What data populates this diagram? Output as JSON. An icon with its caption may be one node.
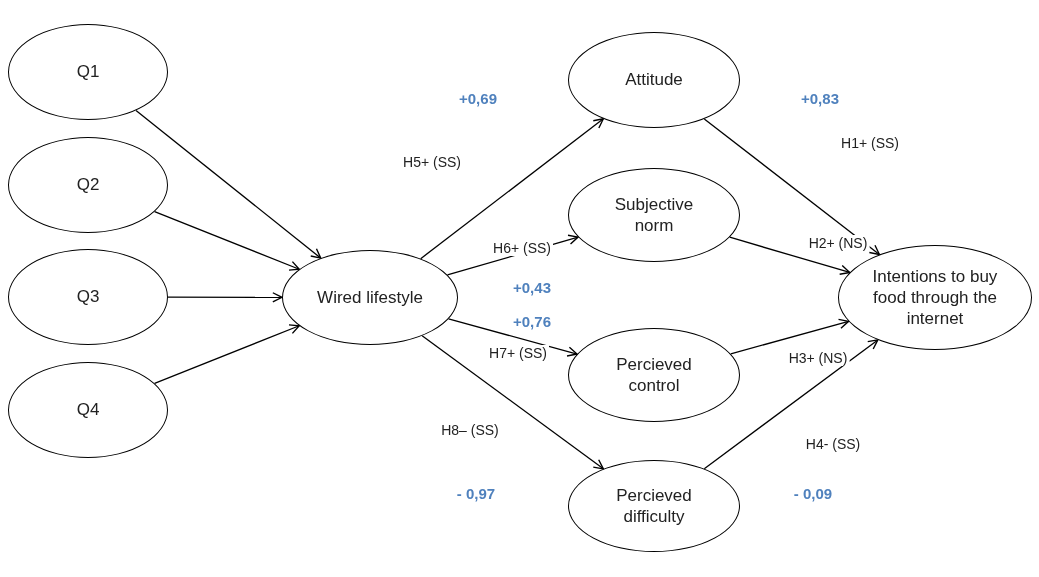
{
  "diagram": {
    "nodes": [
      {
        "text": [
          "Q1"
        ]
      },
      {
        "text": [
          "Q2"
        ]
      },
      {
        "text": [
          "Q3"
        ]
      },
      {
        "text": [
          "Q4"
        ]
      },
      {
        "text": [
          "Wired lifestyle"
        ]
      },
      {
        "text": [
          "Attitude"
        ]
      },
      {
        "text": [
          "Subjective norm"
        ]
      },
      {
        "text": [
          "Percieved control"
        ]
      },
      {
        "text": [
          "Percieved difficulty"
        ]
      },
      {
        "text": [
          "Intentions to buy food through the internet"
        ]
      }
    ],
    "edges": [
      {
        "from": 0,
        "to": 4,
        "arrow": "to"
      },
      {
        "from": 1,
        "to": 4,
        "arrow": "to"
      },
      {
        "from": 2,
        "to": 4,
        "arrow": "to"
      },
      {
        "from": 3,
        "to": 4,
        "arrow": "to"
      },
      {
        "from": 4,
        "to": 5,
        "arrow": "to",
        "label": "H5+ (SS)"
      },
      {
        "from": 4,
        "to": 6,
        "arrow": "to",
        "label": "H6+ (SS)"
      },
      {
        "from": 4,
        "to": 7,
        "arrow": "to",
        "label": "H7+ (SS)"
      },
      {
        "from": 4,
        "to": 8,
        "arrow": "to",
        "label": "H8– (SS)"
      },
      {
        "from": 5,
        "to": 9,
        "arrow": "to",
        "label": "H1+ (SS)"
      },
      {
        "from": 6,
        "to": 9,
        "arrow": "to",
        "label": "H2+ (NS)"
      },
      {
        "from": 7,
        "to": 9,
        "arrow": "to",
        "label": "H3+ (NS)"
      },
      {
        "from": 8,
        "to": 9,
        "arrow": "to",
        "label": "H4- (SS)"
      }
    ],
    "labels": [
      "+0,69",
      "+0,83",
      "+0,43",
      "+0,76",
      "- 0,97",
      "- 0,09"
    ]
  }
}
